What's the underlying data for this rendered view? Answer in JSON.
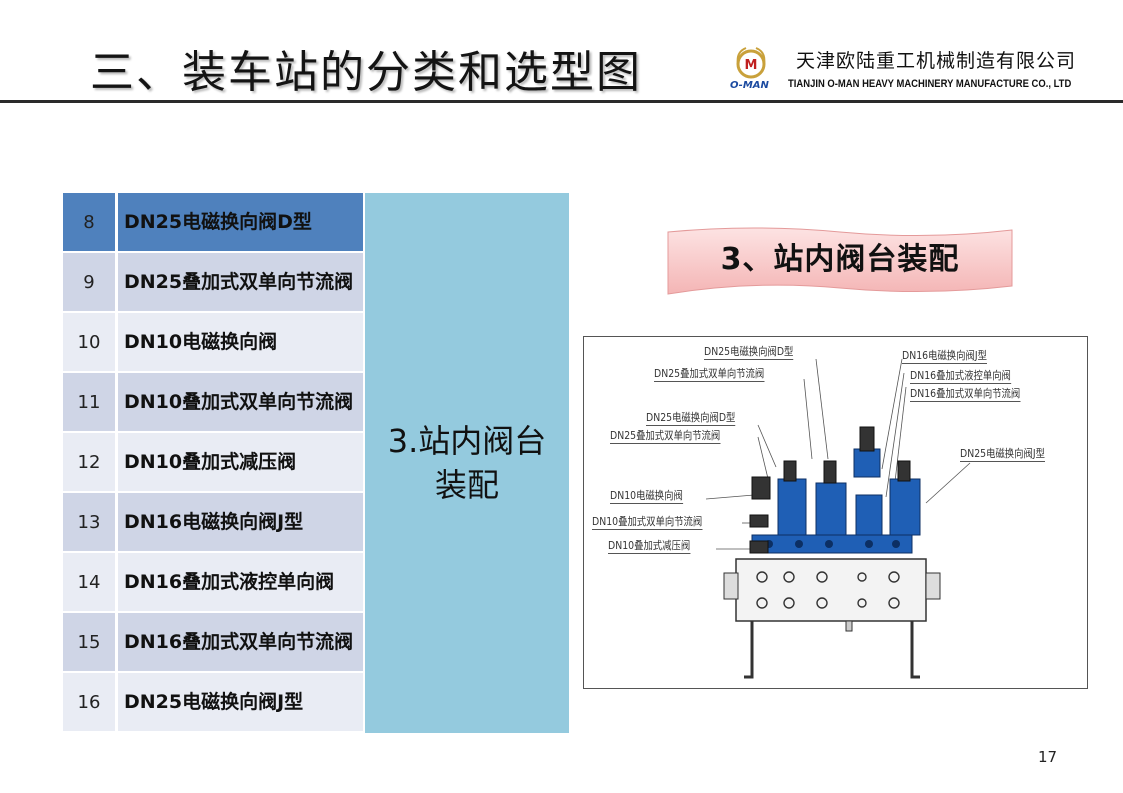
{
  "header": {
    "title": "三、装车站的分类和选型图",
    "logo_text": "O-MAN",
    "company_cn": "天津欧陆重工机械制造有限公司",
    "company_en": "TIANJIN O-MAN HEAVY MACHINERY MANUFACTURE CO., LTD"
  },
  "table": {
    "rows": [
      {
        "num": "8",
        "name": "DN25电磁换向阀D型"
      },
      {
        "num": "9",
        "name": "DN25叠加式双单向节流阀"
      },
      {
        "num": "10",
        "name": "DN10电磁换向阀"
      },
      {
        "num": "11",
        "name": "DN10叠加式双单向节流阀"
      },
      {
        "num": "12",
        "name": "DN10叠加式减压阀"
      },
      {
        "num": "13",
        "name": "DN16电磁换向阀J型"
      },
      {
        "num": "14",
        "name": "DN16叠加式液控单向阀"
      },
      {
        "num": "15",
        "name": "DN16叠加式双单向节流阀"
      },
      {
        "num": "16",
        "name": "DN25电磁换向阀J型"
      }
    ],
    "merged_cell": "3.站内阀台装配"
  },
  "banner": {
    "text": "3、站内阀台装配"
  },
  "drawing": {
    "callouts": [
      "DN25电磁换向阀D型",
      "DN25叠加式双单向节流阀",
      "DN16电磁换向阀J型",
      "DN16叠加式液控单向阀",
      "DN16叠加式双单向节流阀",
      "DN25电磁换向阀D型",
      "DN25叠加式双单向节流阀",
      "DN25电磁换向阀J型",
      "DN10电磁换向阀",
      "DN10叠加式双单向节流阀",
      "DN10叠加式减压阀"
    ]
  },
  "page_number": "17",
  "colors": {
    "header_row": "#4f81bd",
    "row_odd": "#cfd5e6",
    "row_even": "#e9ecf4",
    "merged_cell": "#94cade",
    "banner": "#f8c8c8",
    "valve_blue": "#1f5fb5"
  }
}
